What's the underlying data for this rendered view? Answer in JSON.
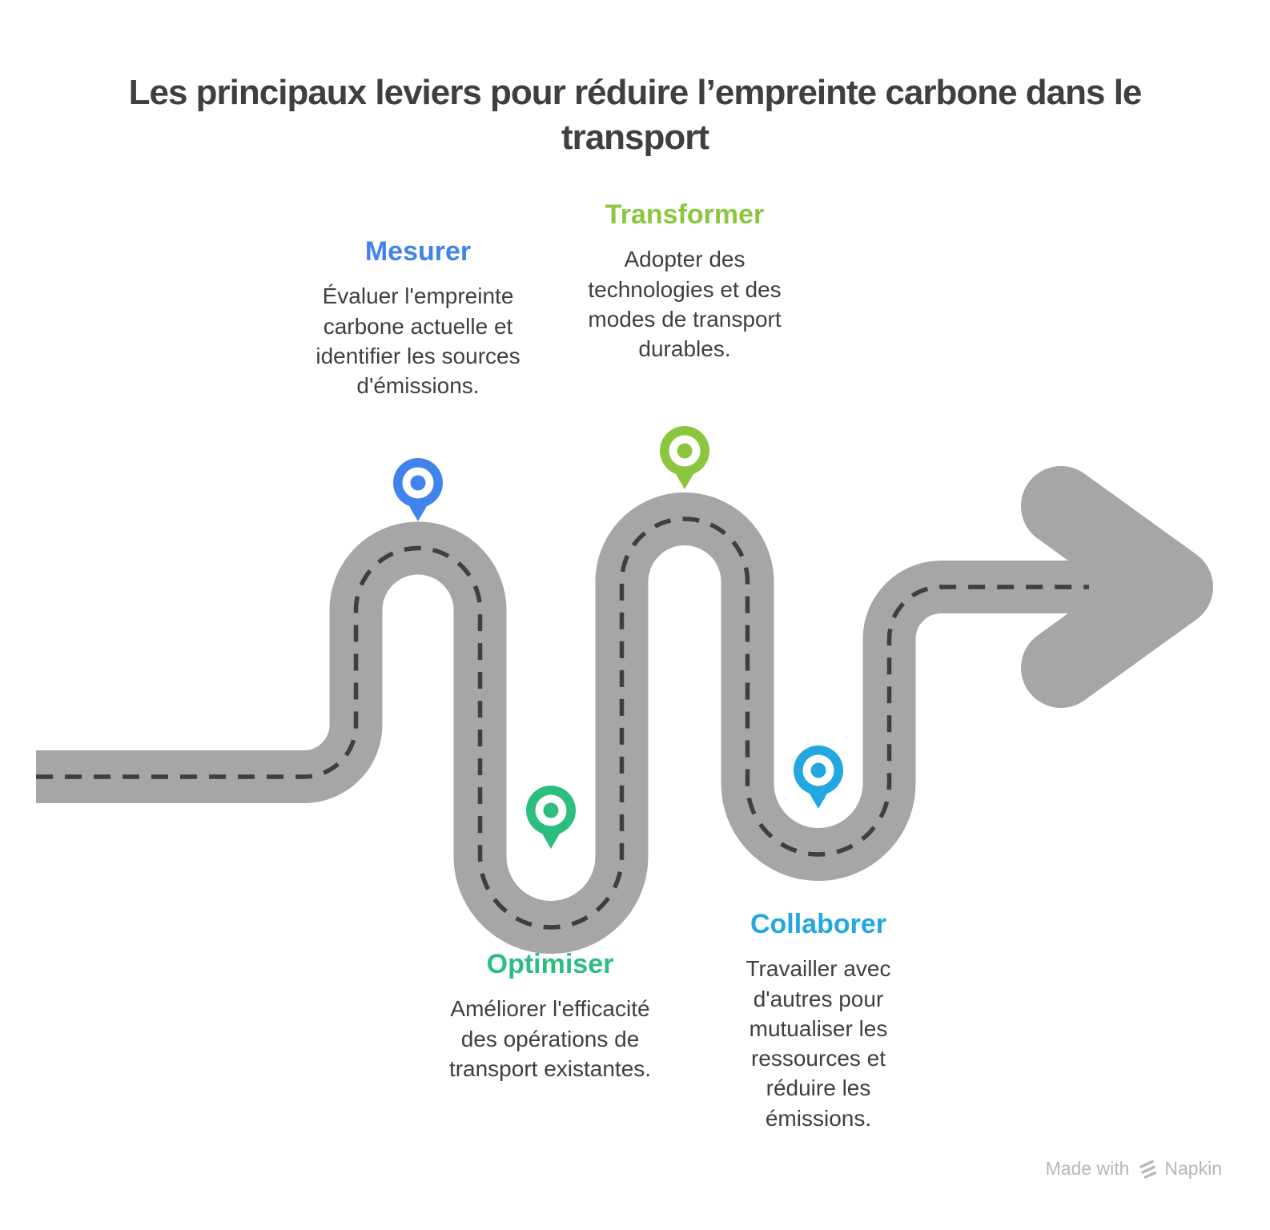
{
  "title": "Les principaux leviers pour réduire l’empreinte carbone dans le\ntransport",
  "steps": [
    {
      "label": "Mesurer",
      "description": "Évaluer l'empreinte\ncarbone actuelle et\nidentifier les sources\nd'émissions.",
      "color": "#4183EC",
      "icon": "map-pin"
    },
    {
      "label": "Transformer",
      "description": "Adopter des\ntechnologies et des\nmodes de transport\ndurables.",
      "color": "#8CC63F",
      "icon": "map-pin"
    },
    {
      "label": "Optimiser",
      "description": "Améliorer l'efficacité\ndes opérations de\ntransport existantes.",
      "color": "#2CBE7E",
      "icon": "map-pin"
    },
    {
      "label": "Collaborer",
      "description": "Travailler avec\nd'autres pour\nmutualiser les\nressources et\nréduire les\némissions.",
      "color": "#22A7E0",
      "icon": "map-pin"
    }
  ],
  "road": {
    "shape": "serpentine-road-with-arrow",
    "direction": "left-to-right",
    "color": "#A6A6A6",
    "dash_color": "#3F3F3F"
  },
  "footer": {
    "text": "Made with",
    "brand": "Napkin",
    "color": "#B6B6B6"
  }
}
